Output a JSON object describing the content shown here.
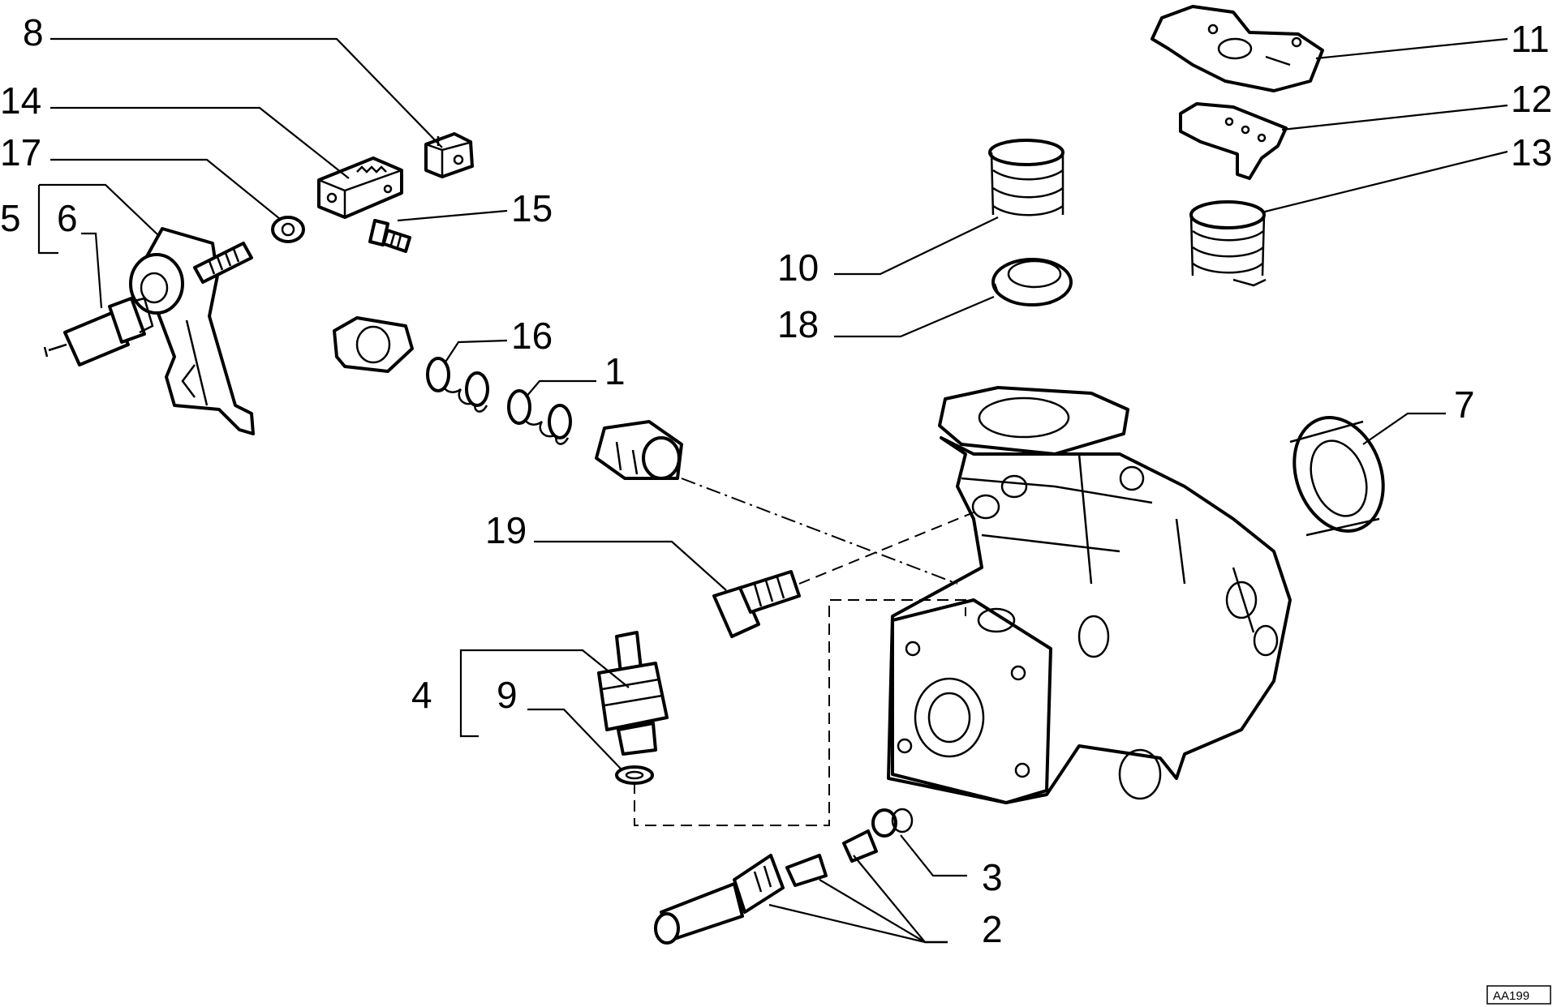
{
  "labels": [
    "8",
    "14",
    "17",
    "5",
    "6",
    "15",
    "16",
    "1",
    "11",
    "12",
    "13",
    "10",
    "18",
    "7",
    "19",
    "4",
    "9",
    "3",
    "2"
  ],
  "reference_code": "AA199",
  "icons": [
    "exploded-parts-drawing"
  ]
}
